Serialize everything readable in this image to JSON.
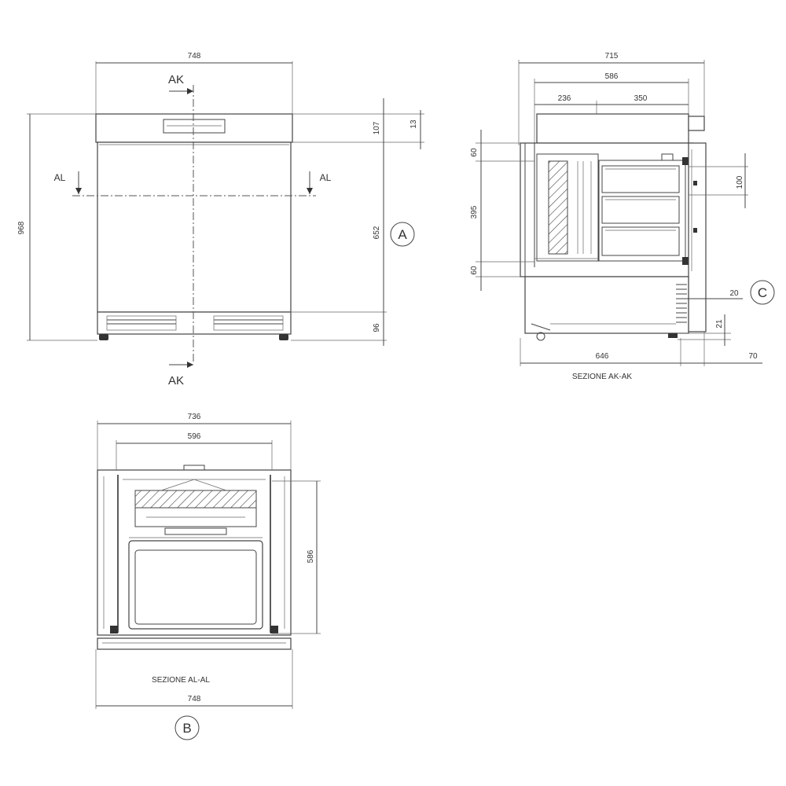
{
  "view_a": {
    "width_top": "748",
    "height_total": "968",
    "top_band": "107",
    "top_lip": "13",
    "door_height": "652",
    "base_height": "96",
    "section_ak": "AK",
    "section_al": "AL",
    "marker": "A"
  },
  "view_c": {
    "width_total": "715",
    "width_inner": "586",
    "split_left": "236",
    "split_right": "350",
    "gap_top": "60",
    "drawer_height": "395",
    "gap_bottom": "60",
    "drawer_pitch": "100",
    "side_offset": "20",
    "foot_height": "21",
    "width_base": "646",
    "base_offset": "70",
    "caption": "SEZIONE AK-AK",
    "marker": "C"
  },
  "view_b": {
    "width_outer": "736",
    "width_inner": "596",
    "height_inner": "586",
    "width_bottom": "748",
    "caption": "SEZIONE AL-AL",
    "marker": "B"
  }
}
